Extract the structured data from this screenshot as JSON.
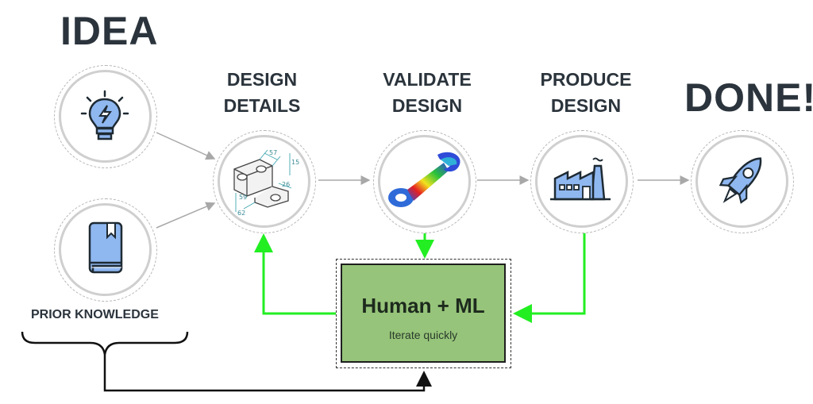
{
  "titles": {
    "idea": "IDEA",
    "done": "DONE!"
  },
  "steps": [
    {
      "line1": "DESIGN",
      "line2": "DETAILS"
    },
    {
      "line1": "VALIDATE",
      "line2": "DESIGN"
    },
    {
      "line1": "PRODUCE",
      "line2": "DESIGN"
    }
  ],
  "prior_knowledge": "PRIOR KNOWLEDGE",
  "human_ml": {
    "title": "Human + ML",
    "subtitle": "Iterate quickly"
  },
  "drawing_dims": [
    "57",
    "15",
    "59",
    "26",
    "62"
  ],
  "icons": {
    "idea": "lightbulb-icon",
    "prior": "book-icon",
    "design": "technical-drawing-icon",
    "validate": "fea-connecting-rod-icon",
    "produce": "factory-icon",
    "done": "rocket-icon"
  },
  "colors": {
    "loop_arrow": "#22ee22",
    "box_fill": "#96c47a",
    "flow_arrow": "#a8a8a8"
  }
}
